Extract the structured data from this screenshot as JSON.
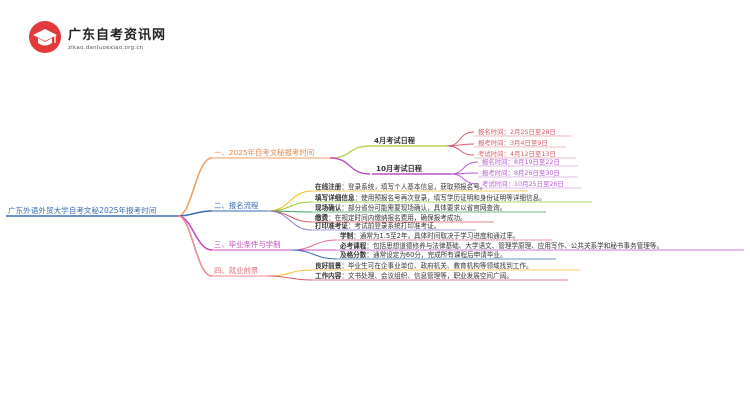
{
  "watermark": {
    "site_name": "广东自考资讯网",
    "site_url": "zikao.danluoexiao.org.cn",
    "logo_icon": "graduation-cap-icon"
  },
  "colors": {
    "root": "#3a6bb5",
    "branch1": "#f0a060",
    "branch2": "#3a6bb5",
    "branch3": "#c04ec0",
    "branch4": "#f08890",
    "sub_april": "#b9d25a",
    "sub_october": "#c04ec0",
    "leaf_april": "#d95a6a",
    "leaf_october": "#b75bd8"
  },
  "mindmap": {
    "root": "广东外语外贸大学自考文秘2025年报考时间",
    "branches": [
      {
        "label": "一、2025年自考文秘报考时间",
        "children": [
          {
            "label": "4月考试日程",
            "items": [
              "报名时间：2月25日至28日",
              "报考时间：3月4日至9日",
              "考试时间：4月12日至13日"
            ]
          },
          {
            "label": "10月考试日程",
            "items": [
              "报名时间：8月19日至22日",
              "报考时间：8月26日至30日",
              "考试时间：10月25日至26日"
            ]
          }
        ]
      },
      {
        "label": "二、报名流程",
        "items": [
          {
            "head": "在线注册",
            "text": "：登录系统，填写个人基本信息，获取预报名号。"
          },
          {
            "head": "填写详细信息",
            "text": "：使用预报名号再次登录，填写学历证明和身份证明等详细信息。"
          },
          {
            "head": "现场确认",
            "text": "：部分省份可能需要现场确认，具体要求以省官网查询。"
          },
          {
            "head": "缴费",
            "text": "：在规定时间内缴纳报名费用，确保报考成功。"
          },
          {
            "head": "打印准考证",
            "text": "：考试前登录系统打印准考证。"
          }
        ]
      },
      {
        "label": "三、毕业条件与学制",
        "items": [
          {
            "head": "学制",
            "text": "：通常为1.5至2年，具体时间取决于学习进度和通过率。"
          },
          {
            "head": "必考课程",
            "text": "：包括思想道德修养与法律基础、大学语文、管理学原理、应用写作、公共关系学和秘书事务管理等。"
          },
          {
            "head": "及格分数",
            "text": "：通常设定为60分，完成所有课程后申请毕业。"
          }
        ]
      },
      {
        "label": "四、就业前景",
        "items": [
          {
            "head": "良好前景",
            "text": "：毕业生可在企事业单位、政府机关、教育机构等领域找到工作。"
          },
          {
            "head": "工作内容",
            "text": "：文书处理、会议组织、信息管理等，职业发展空间广阔。"
          }
        ]
      }
    ]
  }
}
